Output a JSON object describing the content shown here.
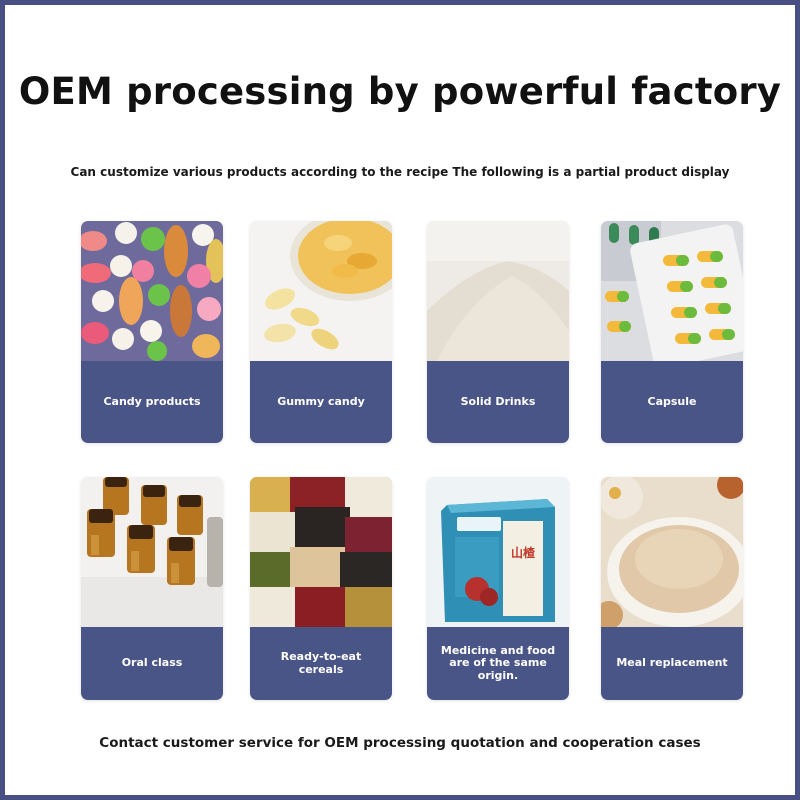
{
  "title": "OEM processing by powerful factory",
  "subtitle": "Can customize various products according to the recipe The following is a partial product display",
  "footer": "Contact customer service for OEM processing quotation and cooperation cases",
  "colors": {
    "frame": "#485083",
    "label_bg": "#4a5587",
    "label_text": "#ffffff"
  },
  "products": [
    {
      "label": "Candy products",
      "image": "candy-image"
    },
    {
      "label": "Gummy candy",
      "image": "gummy-image"
    },
    {
      "label": "Solid Drinks",
      "image": "powder-image"
    },
    {
      "label": "Capsule",
      "image": "capsule-image"
    },
    {
      "label": "Oral class",
      "image": "oral-vials-image"
    },
    {
      "label": "Ready-to-eat cereals",
      "image": "cereals-image"
    },
    {
      "label": "Medicine and food are of the same origin.",
      "image": "tin-box-image"
    },
    {
      "label": "Meal replacement",
      "image": "meal-powder-image"
    }
  ],
  "tin_box": {
    "text": "山楂"
  }
}
